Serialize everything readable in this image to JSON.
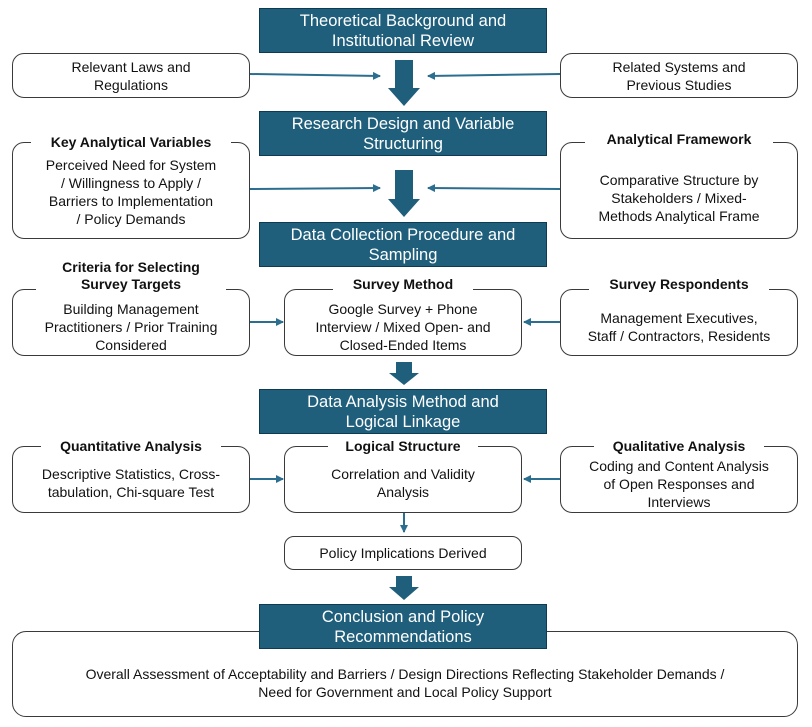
{
  "steps": {
    "s1": "Theoretical Background and\nInstitutional Review",
    "s2": "Research Design and Variable\nStructuring",
    "s3": "Data Collection Procedure and\nSampling",
    "s4": "Data Analysis Method and\nLogical Linkage",
    "s5": "Conclusion and Policy\nRecommendations"
  },
  "row1": {
    "left": "Relevant Laws and\nRegulations",
    "right": "Related Systems and\nPrevious Studies"
  },
  "row2": {
    "left_title": "Key Analytical Variables",
    "left_text": "Perceived Need for System\n/ Willingness to Apply /\nBarriers to Implementation\n/ Policy Demands",
    "right_title": "Analytical Framework",
    "right_text": "Comparative Structure by\nStakeholders / Mixed-\nMethods Analytical Frame"
  },
  "row3": {
    "left_title": "Criteria for Selecting\nSurvey Targets",
    "left_text": "Building Management\nPractitioners / Prior Training\nConsidered",
    "mid_title": "Survey Method",
    "mid_text": "Google Survey + Phone\nInterview / Mixed Open- and\nClosed-Ended Items",
    "right_title": "Survey Respondents",
    "right_text": "Management Executives,\nStaff / Contractors, Residents"
  },
  "row4": {
    "left_title": "Quantitative Analysis",
    "left_text": "Descriptive Statistics, Cross-\ntabulation, Chi-square Test",
    "mid_title": "Logical Structure",
    "mid_text": "Correlation and Validity\nAnalysis",
    "right_title": "Qualitative Analysis",
    "right_text": "Coding and Content Analysis\nof Open Responses and\nInterviews"
  },
  "implications": "Policy Implications Derived",
  "conclusion_text": "Overall Assessment of Acceptability and Barriers / Design Directions Reflecting Stakeholder Demands /\nNeed for Government and Local Policy Support",
  "colors": {
    "header_fill": "#1f5f7c",
    "arrow_fill": "#1f5f7c",
    "connector": "#2b6e8f"
  }
}
